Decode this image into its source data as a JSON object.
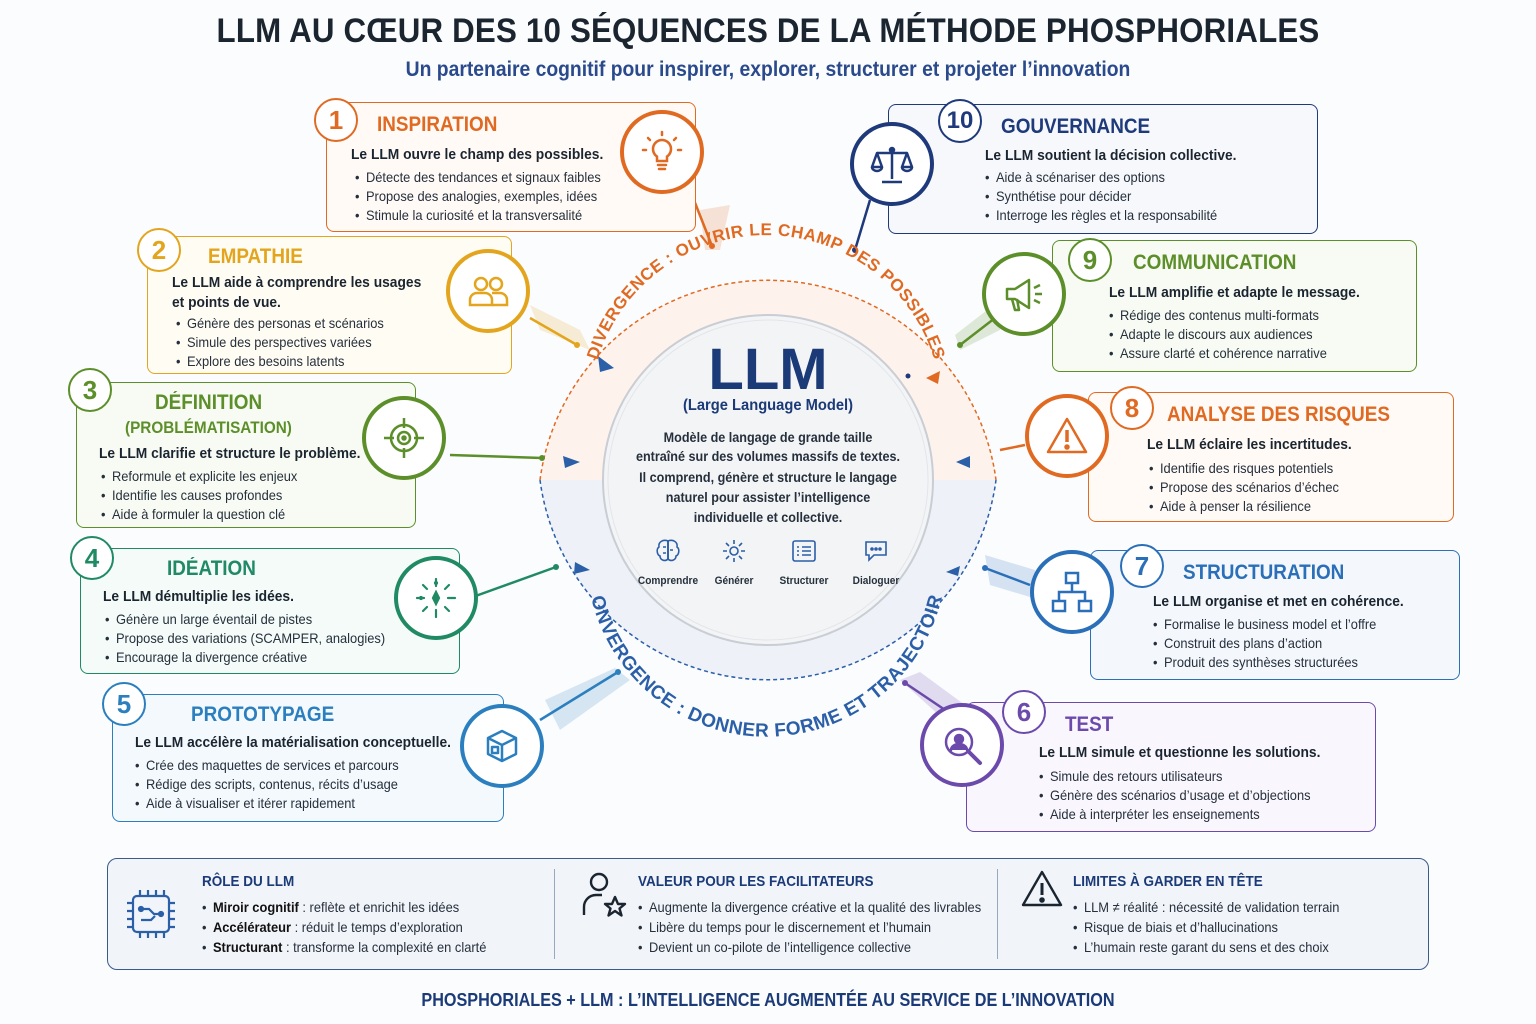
{
  "title": "LLM AU CŒUR DES 10 SÉQUENCES DE LA MÉTHODE PHOSPHORIALES",
  "subtitle": "Un partenaire cognitif pour inspirer, explorer, structurer et projeter l’innovation",
  "center": {
    "name": "LLM",
    "full": "(Large Language Model)",
    "desc1": "Modèle de langage de grande taille",
    "desc2": "entraîné sur des volumes massifs de textes.",
    "desc3": "Il comprend, génère et structure le langage",
    "desc4": "naturel pour assister l’intelligence",
    "desc5": "individuelle et collective.",
    "actions": [
      "Comprendre",
      "Générer",
      "Structurer",
      "Dialoguer"
    ]
  },
  "arcs": {
    "top": "DIVERGENCE : OUVRIR LE CHAMP DES POSSIBLES",
    "bottom": "CONVERGENCE : DONNER FORME ET TRAJECTOIRE"
  },
  "colors": {
    "inspiration": "#e06a22",
    "empathie": "#e3a51e",
    "definition": "#5c8f2a",
    "ideation": "#1f8a63",
    "prototypage": "#2b7fbf",
    "test": "#6b4aab",
    "structuration": "#2a6fb8",
    "risques": "#e06a22",
    "communication": "#5c8f2a",
    "gouvernance": "#1e3a7b"
  },
  "stages": [
    {
      "num": "1",
      "title": "INSPIRATION",
      "lead": "Le LLM ouvre le champ des possibles.",
      "icon": "lightbulb-icon",
      "items": [
        "Détecte des tendances et signaux faibles",
        "Propose des analogies, exemples, idées",
        "Stimule la curiosité et la transversalité"
      ]
    },
    {
      "num": "2",
      "title": "EMPATHIE",
      "lead": "Le LLM aide à comprendre les usages",
      "lead2": "et points de vue.",
      "icon": "users-icon",
      "items": [
        "Génère des personas et scénarios",
        "Simule des perspectives variées",
        "Explore des besoins latents"
      ]
    },
    {
      "num": "3",
      "title": "DÉFINITION",
      "title2": "(PROBLÉMATISATION)",
      "lead": "Le LLM clarifie et structure le problème.",
      "icon": "target-icon",
      "items": [
        "Reformule et explicite les enjeux",
        "Identifie les causes profondes",
        "Aide à formuler la question clé"
      ]
    },
    {
      "num": "4",
      "title": "IDÉATION",
      "lead": "Le LLM démultiplie les idées.",
      "icon": "spark-icon",
      "items": [
        "Génère un large éventail de pistes",
        "Propose des variations (SCAMPER, analogies)",
        "Encourage la divergence créative"
      ]
    },
    {
      "num": "5",
      "title": "PROTOTYPAGE",
      "lead": "Le LLM accélère la matérialisation conceptuelle.",
      "icon": "cube-icon",
      "items": [
        "Crée des maquettes de services et parcours",
        "Rédige des scripts, contenus, récits d’usage",
        "Aide à visualiser et itérer rapidement"
      ]
    },
    {
      "num": "6",
      "title": "TEST",
      "lead": "Le LLM simule et questionne les solutions.",
      "icon": "user-search-icon",
      "items": [
        "Simule des retours utilisateurs",
        "Génère des scénarios d’usage et d’objections",
        "Aide à interpréter les enseignements"
      ]
    },
    {
      "num": "7",
      "title": "STRUCTURATION",
      "lead": "Le LLM organise et met en cohérence.",
      "icon": "hierarchy-icon",
      "items": [
        "Formalise le business model et l’offre",
        "Construit des plans d’action",
        "Produit des synthèses structurées"
      ]
    },
    {
      "num": "8",
      "title": "ANALYSE DES RISQUES",
      "lead": "Le LLM éclaire les incertitudes.",
      "icon": "warning-icon",
      "items": [
        "Identifie des risques potentiels",
        "Propose des scénarios d’échec",
        "Aide à penser la résilience"
      ]
    },
    {
      "num": "9",
      "title": "COMMUNICATION",
      "lead": "Le LLM amplifie et adapte le message.",
      "icon": "megaphone-icon",
      "items": [
        "Rédige des contenus multi-formats",
        "Adapte le discours aux audiences",
        "Assure clarté et cohérence narrative"
      ]
    },
    {
      "num": "10",
      "title": "GOUVERNANCE",
      "lead": "Le LLM soutient la décision collective.",
      "icon": "scales-icon",
      "items": [
        "Aide à scénariser des options",
        "Synthétise pour décider",
        "Interroge les règles et la responsabilité"
      ]
    }
  ],
  "bottom": {
    "role": {
      "title": "RÔLE DU LLM",
      "items": [
        {
          "b": "Miroir cognitif",
          "t": " : reflète et enrichit les idées"
        },
        {
          "b": "Accélérateur",
          "t": " : réduit le temps d’exploration"
        },
        {
          "b": "Structurant",
          "t": " : transforme la complexité en clarté"
        }
      ]
    },
    "value": {
      "title": "VALEUR POUR LES FACILITATEURS",
      "items": [
        "Augmente la divergence créative et la qualité des livrables",
        "Libère du temps pour le discernement et l’humain",
        "Devient un co-pilote de l’intelligence collective"
      ]
    },
    "limits": {
      "title": "LIMITES À GARDER EN TÊTE",
      "items": [
        "LLM ≠ réalité : nécessité de validation terrain",
        "Risque de biais et d’hallucinations",
        "L’humain reste garant du sens et des choix"
      ]
    }
  },
  "footer": "PHOSPHORIALES + LLM : L’INTELLIGENCE AUGMENTÉE AU SERVICE DE L’INNOVATION"
}
